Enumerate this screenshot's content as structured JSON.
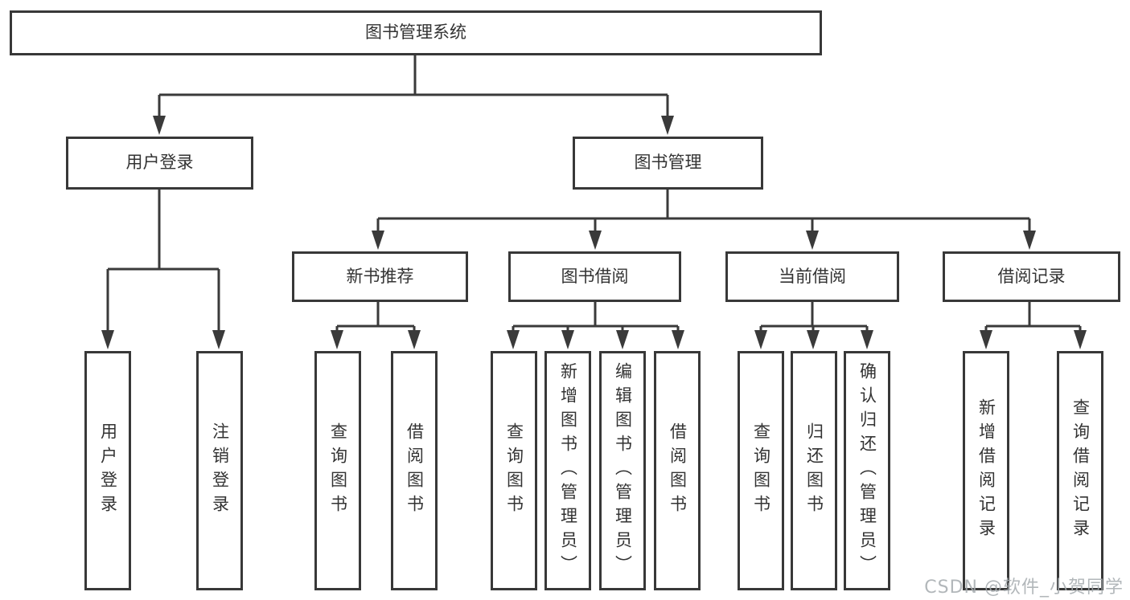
{
  "diagram": {
    "tree": {
      "label": "图书管理系统",
      "children": [
        {
          "label": "用户登录",
          "children": [
            {
              "label": "用户登录"
            },
            {
              "label": "注销登录"
            }
          ]
        },
        {
          "label": "图书管理",
          "children": [
            {
              "label": "新书推荐",
              "children": [
                {
                  "label": "查询图书"
                },
                {
                  "label": "借阅图书"
                }
              ]
            },
            {
              "label": "图书借阅",
              "children": [
                {
                  "label": "查询图书"
                },
                {
                  "label": "新增图书（管理员）"
                },
                {
                  "label": "编辑图书（管理员）"
                },
                {
                  "label": "借阅图书"
                }
              ]
            },
            {
              "label": "当前借阅",
              "children": [
                {
                  "label": "查询图书"
                },
                {
                  "label": "归还图书"
                },
                {
                  "label": "确认归还（管理员）"
                }
              ]
            },
            {
              "label": "借阅记录",
              "children": [
                {
                  "label": "新增借阅记录"
                },
                {
                  "label": "查询借阅记录"
                }
              ]
            }
          ]
        }
      ]
    },
    "colors": {
      "line": "#3a3a3a",
      "border": "#383838",
      "text": "#333333",
      "background": "#ffffff",
      "watermark": "#a5aaae"
    }
  },
  "watermark": {
    "text": "CSDN @软件_小贺同学"
  }
}
